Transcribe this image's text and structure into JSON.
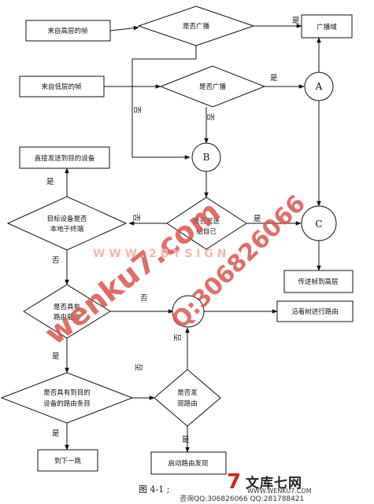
{
  "nodes": {
    "from_upper": "来自高层的帧",
    "from_lower": "来自低层的帧",
    "is_broadcast_1": "是否广播",
    "is_broadcast_2": "是否广播",
    "broadcast_domain": "广播域",
    "send_direct": "直接发送到目的设备",
    "dest_local_line1": "目标设备是否",
    "dest_local_line2": "本地于终端",
    "is_sent_line1": "是否发送",
    "is_sent_line2": "給自己",
    "forward_upper": "传送帧到高层",
    "route_capable_line1": "是否具有",
    "route_capable_line2": "路由能力",
    "route_along_tree": "沿着树进行路由",
    "has_route_entry_line1": "是否具有到目的",
    "has_route_entry_line2": "设备的路由条目",
    "found_route_line1": "是否发",
    "found_route_line2": "现路由",
    "next_hop": "到下一跳",
    "start_discovery": "启动路由发现",
    "connector_a": "A",
    "connector_b": "B",
    "connector_c": "C"
  },
  "edges": {
    "yes_1": "是",
    "yes_2": "是",
    "no_1": "否",
    "no_2": "否",
    "yes_3": "是",
    "no_3": "否",
    "yes_4": "是",
    "no_4": "否",
    "yes_5": "是",
    "no_5": "否",
    "no_6": "否",
    "yes_6": "是",
    "yes_7": "是",
    "no_7": "否"
  },
  "caption": "图 4-1 ;",
  "watermarks": {
    "w1": "wenku7.com",
    "w2": "Q:306826066",
    "w3": "W W W . 2 B Y S I G N"
  },
  "logo": {
    "mark": "7",
    "brand": "文库七网",
    "url": "WWW.WENKU7.COM",
    "qq_line": "咨询QQ:306826066 QQ:281788421"
  },
  "colors": {
    "line": "#111111",
    "watermark": "#d9534f",
    "watermark_light": "#f2b8b3",
    "brand_red": "#d4231c"
  }
}
